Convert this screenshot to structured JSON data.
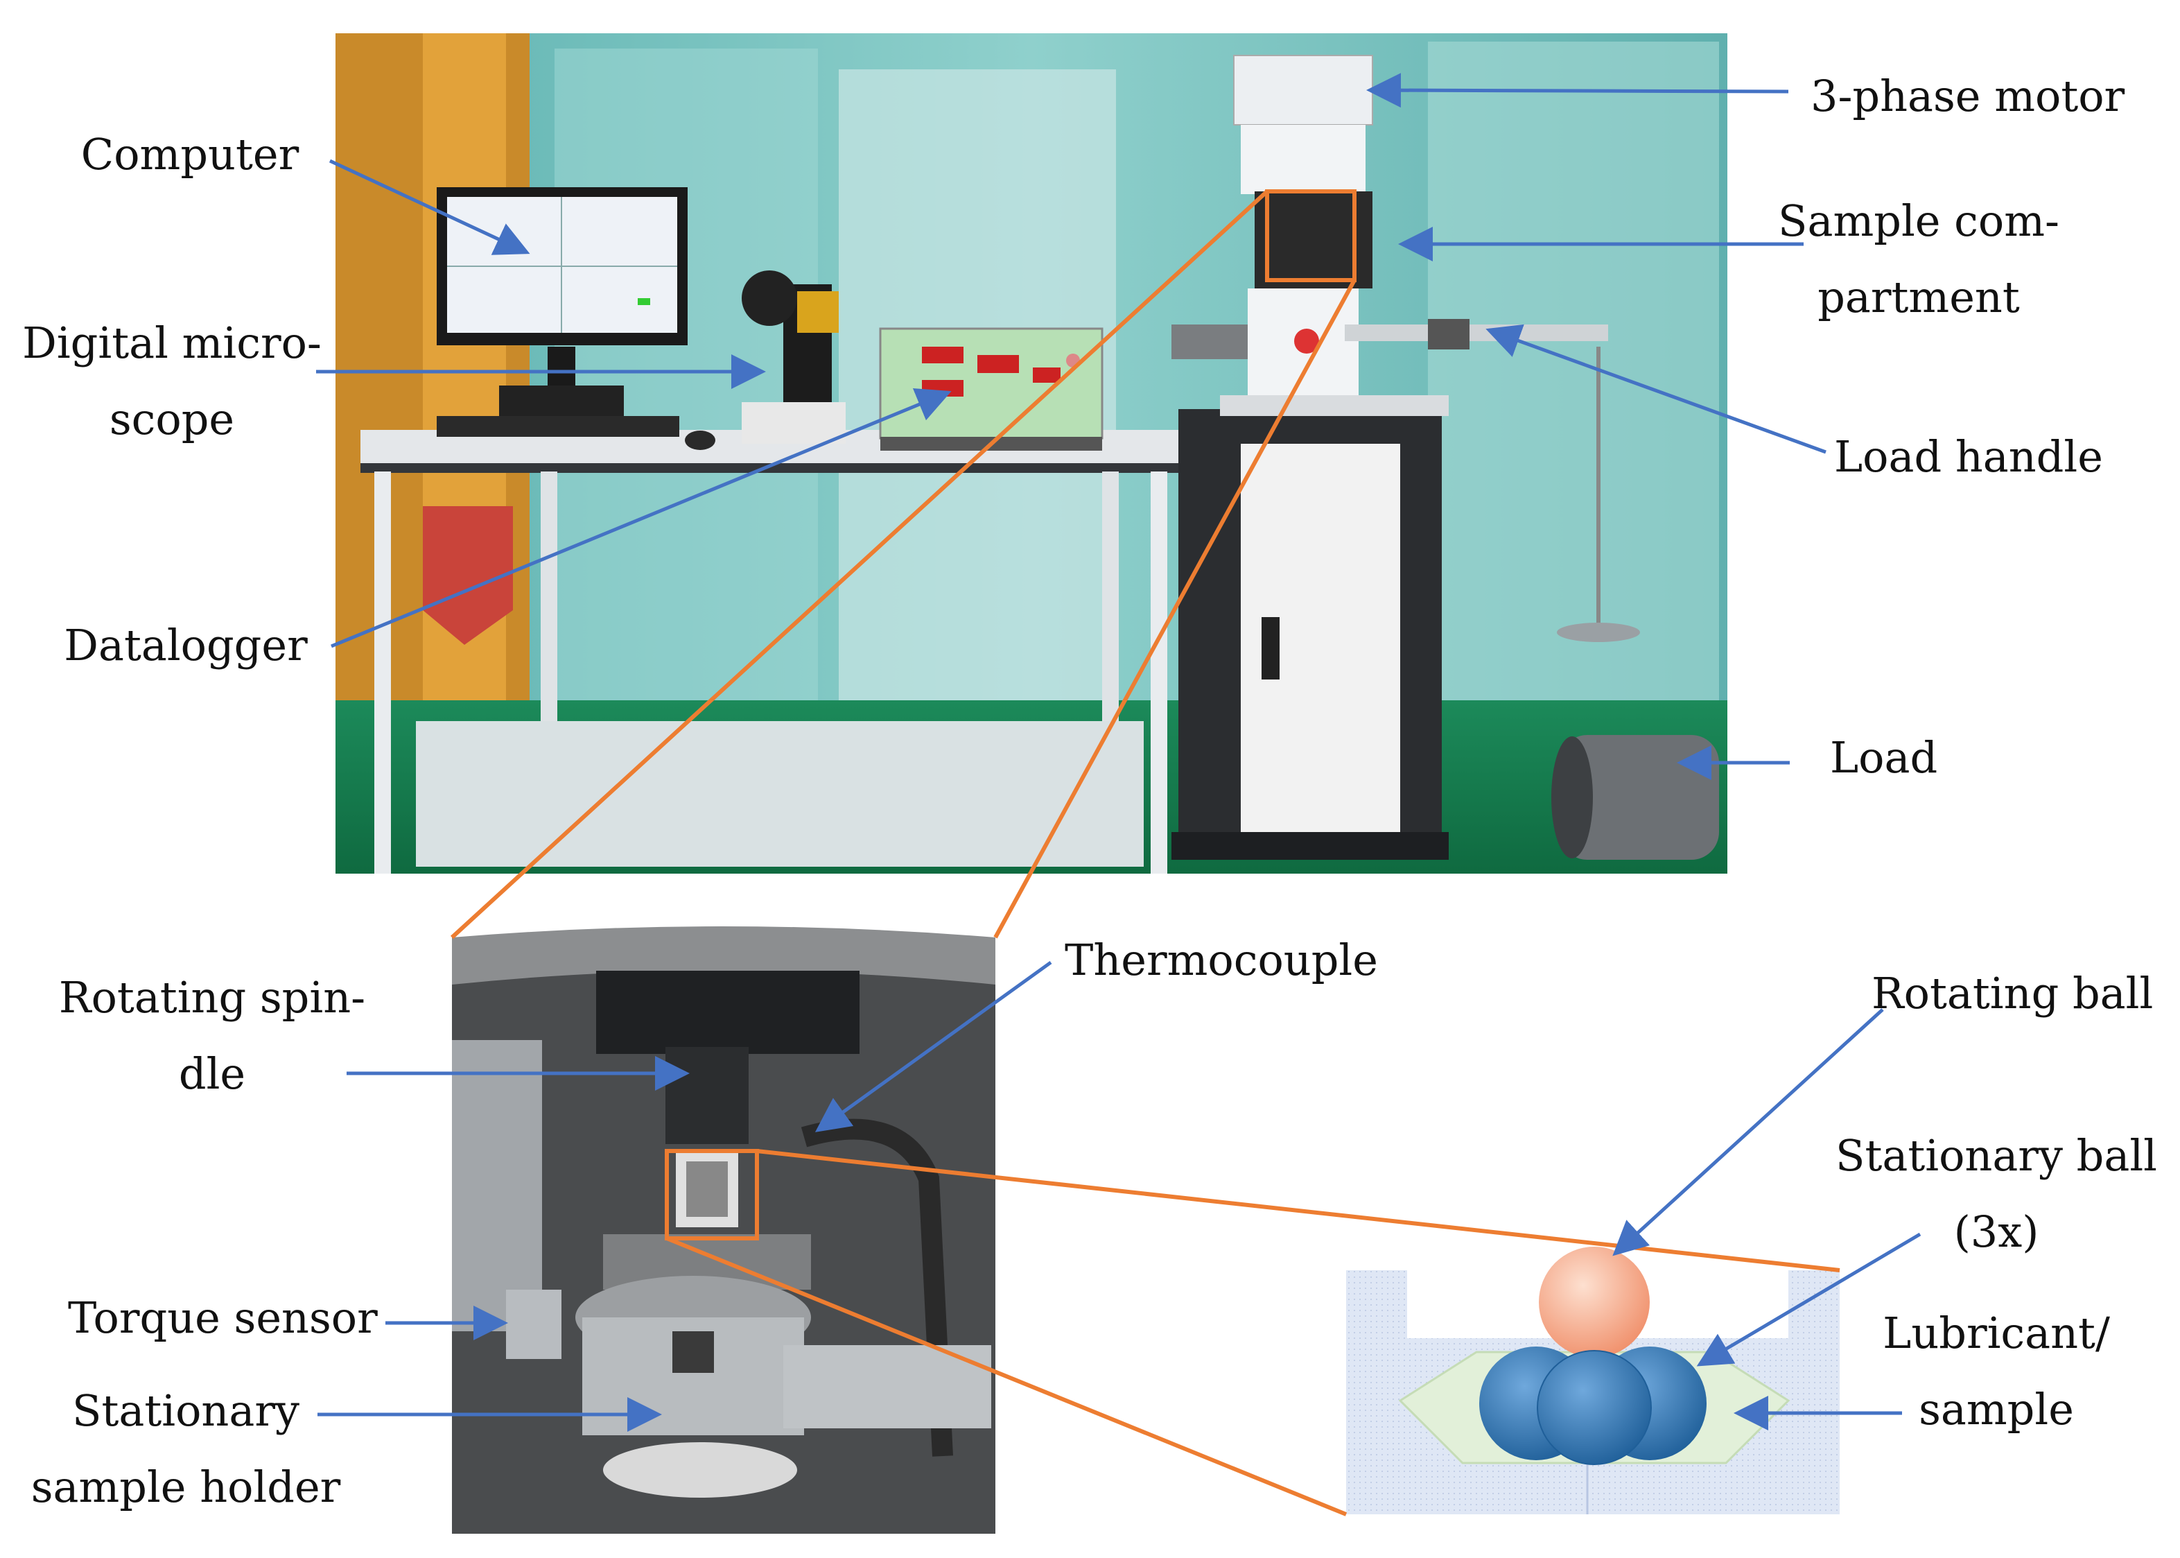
{
  "labels": {
    "computer": "Computer",
    "digital_microscope": [
      "Digital micro-",
      "scope"
    ],
    "datalogger": "Datalogger",
    "motor": "3-phase motor",
    "sample_compartment": [
      "Sample com-",
      "partment"
    ],
    "load_handle": "Load handle",
    "load": "Load",
    "rotating_spindle": [
      "Rotating spin-",
      "dle"
    ],
    "thermocouple": "Thermocouple",
    "torque_sensor": "Torque sensor",
    "stationary_sample_holder": [
      "Stationary",
      "sample holder"
    ],
    "rotating_ball": "Rotating ball",
    "stationary_ball": [
      "Stationary ball",
      "(3x)"
    ],
    "lubricant": [
      "Lubricant/",
      "sample"
    ]
  },
  "colors": {
    "arrow": "#4472c4",
    "zoom": "#ed7d31",
    "rotating_ball": "#f4a582",
    "stationary_ball": "#2e75b6",
    "lubricant": "#e2f0d9",
    "holder": "#dae3f3"
  }
}
